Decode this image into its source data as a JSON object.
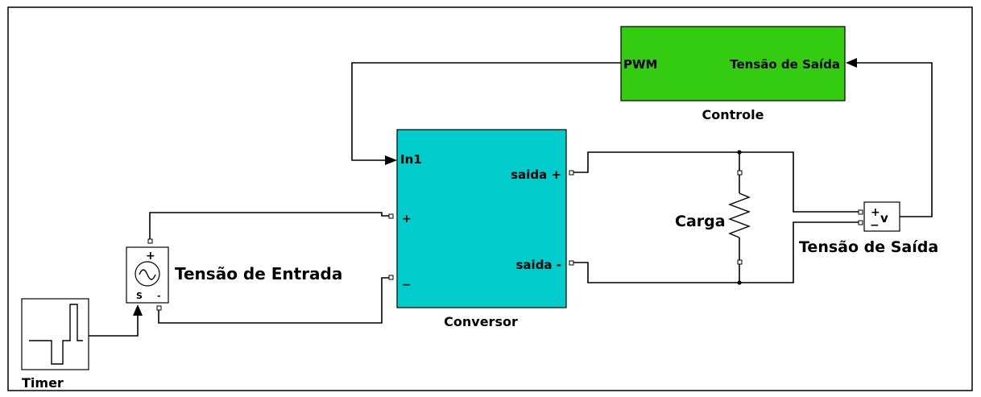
{
  "diagram": {
    "blocks": {
      "controle": {
        "name": "Controle",
        "ports": {
          "input": "Tensão de Saída",
          "output": "PWM"
        },
        "color": "#33cc11"
      },
      "conversor": {
        "name": "Conversor",
        "ports": {
          "in1": "In1",
          "plus": "+",
          "minus": "−",
          "saida_plus": "saida +",
          "saida_minus": "saida -"
        },
        "color": "#00cccc"
      },
      "fonte": {
        "name": "Tensão de Entrada",
        "plus": "+",
        "s_label": "S",
        "minus_label": "-"
      },
      "carga": {
        "name": "Carga"
      },
      "voltimetro": {
        "name": "Tensão de Saída",
        "plus": "+",
        "minus": "−",
        "v": "v"
      },
      "timer": {
        "name": "Timer"
      }
    },
    "colors": {
      "wire": "#000000",
      "frame": "#000000"
    }
  }
}
